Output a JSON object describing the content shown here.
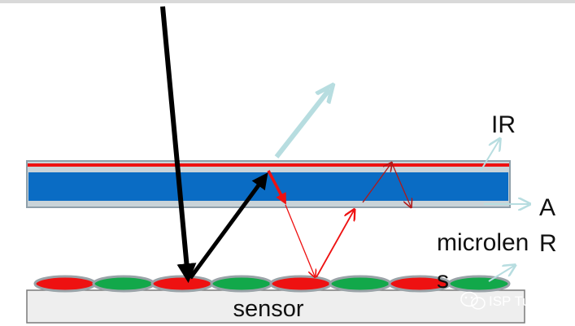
{
  "labels": {
    "ir": "IR",
    "ar": "A R",
    "microlens": "microlens",
    "sensor": "sensor"
  },
  "watermark": {
    "icon": "wechat-icon",
    "text": "ISP Tuning"
  },
  "colors": {
    "ir_film": "#ee1111",
    "glass": "#0a6cc4",
    "glass_border": "#8fa0aa",
    "microlens_red": "#ee1111",
    "microlens_green": "#12a84a",
    "microlens_border": "#9aa3a8",
    "sensor_fill": "#eeeeee",
    "incident_ray": "#000000",
    "ir_reflection": "#b7dde0",
    "red_ray": "#ee1111",
    "dark_red_ray": "#b01818"
  },
  "microlens_colors": [
    "red",
    "green",
    "red",
    "green",
    "red",
    "green",
    "red",
    "green"
  ]
}
